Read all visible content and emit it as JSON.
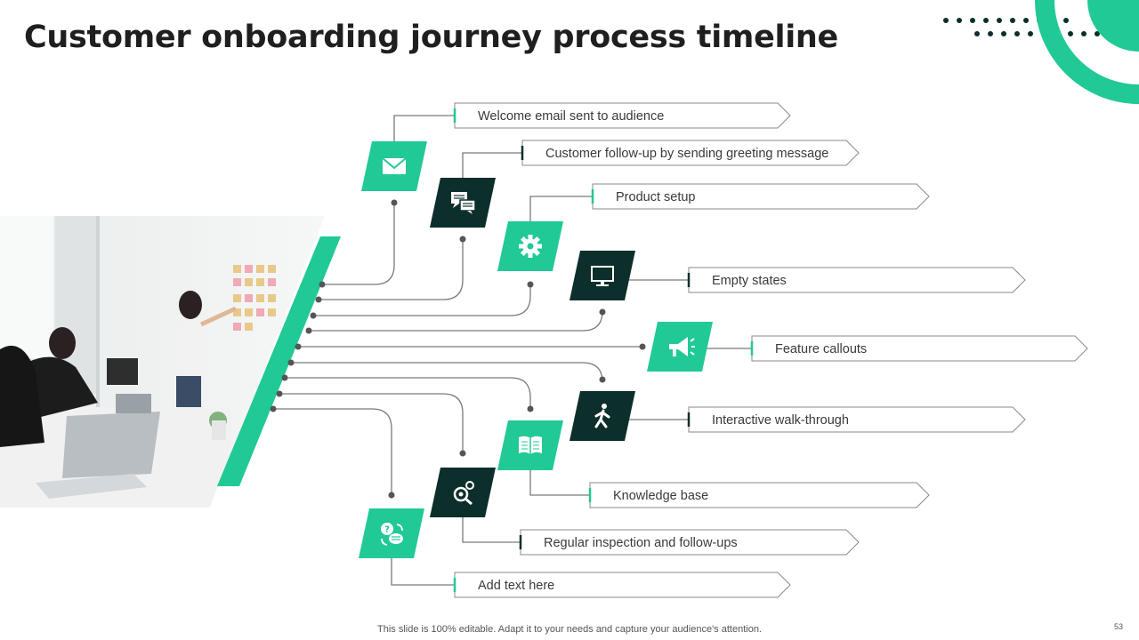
{
  "slide": {
    "title": "Customer onboarding journey process timeline",
    "footer": "This slide is 100% editable. Adapt it to your needs and capture your audience's attention.",
    "page_number": "53"
  },
  "colors": {
    "green": "#21c996",
    "dark": "#0d2f2b",
    "line": "#7a7a7a",
    "text": "#3a3a3a"
  },
  "steps": [
    {
      "label": "Welcome email sent to audience",
      "icon": "envelope-icon",
      "tile": "green"
    },
    {
      "label": "Customer follow-up by sending greeting message",
      "icon": "chat-bubbles-icon",
      "tile": "dark"
    },
    {
      "label": "Product setup",
      "icon": "gear-icon",
      "tile": "green"
    },
    {
      "label": "Empty states",
      "icon": "monitor-icon",
      "tile": "dark"
    },
    {
      "label": "Feature callouts",
      "icon": "megaphone-icon",
      "tile": "green"
    },
    {
      "label": "Interactive walk-through",
      "icon": "walking-person-icon",
      "tile": "dark"
    },
    {
      "label": "Knowledge base",
      "icon": "open-book-icon",
      "tile": "green"
    },
    {
      "label": "Regular inspection and follow-ups",
      "icon": "magnifier-gears-icon",
      "tile": "dark"
    },
    {
      "label": "Add text here",
      "icon": "question-chat-icon",
      "tile": "green"
    }
  ]
}
